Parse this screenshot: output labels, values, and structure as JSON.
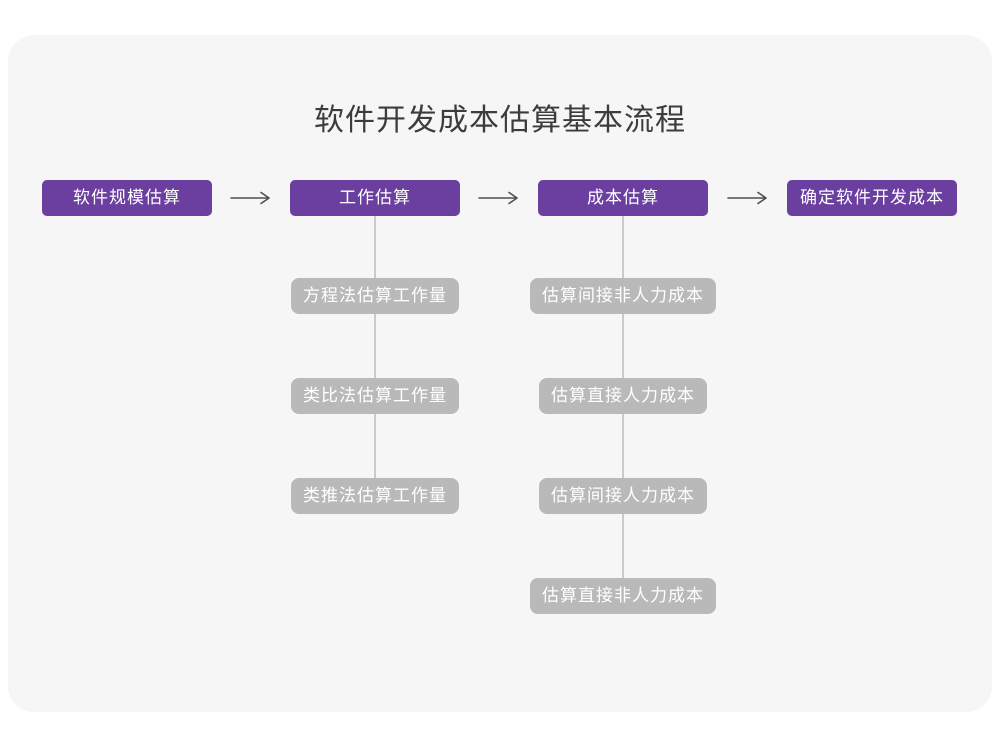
{
  "page": {
    "title": "软件开发成本估算基本流程"
  },
  "colors": {
    "accent": "#6B3FA0",
    "sub_box": "#B9B9B9",
    "card_bg": "#F6F6F7",
    "connector": "#CBCBCB",
    "arrow": "#4F4F4F",
    "title_text": "#3C3C3C",
    "box_text": "#FFFFFF"
  },
  "flow": {
    "main_steps": [
      {
        "label": "软件规模估算",
        "substeps": []
      },
      {
        "label": "工作估算",
        "substeps": [
          "方程法估算工作量",
          "类比法估算工作量",
          "类推法估算工作量"
        ]
      },
      {
        "label": "成本估算",
        "substeps": [
          "估算间接非人力成本",
          "估算直接人力成本",
          "估算间接人力成本",
          "估算直接非人力成本"
        ]
      },
      {
        "label": "确定软件开发成本",
        "substeps": []
      }
    ]
  }
}
